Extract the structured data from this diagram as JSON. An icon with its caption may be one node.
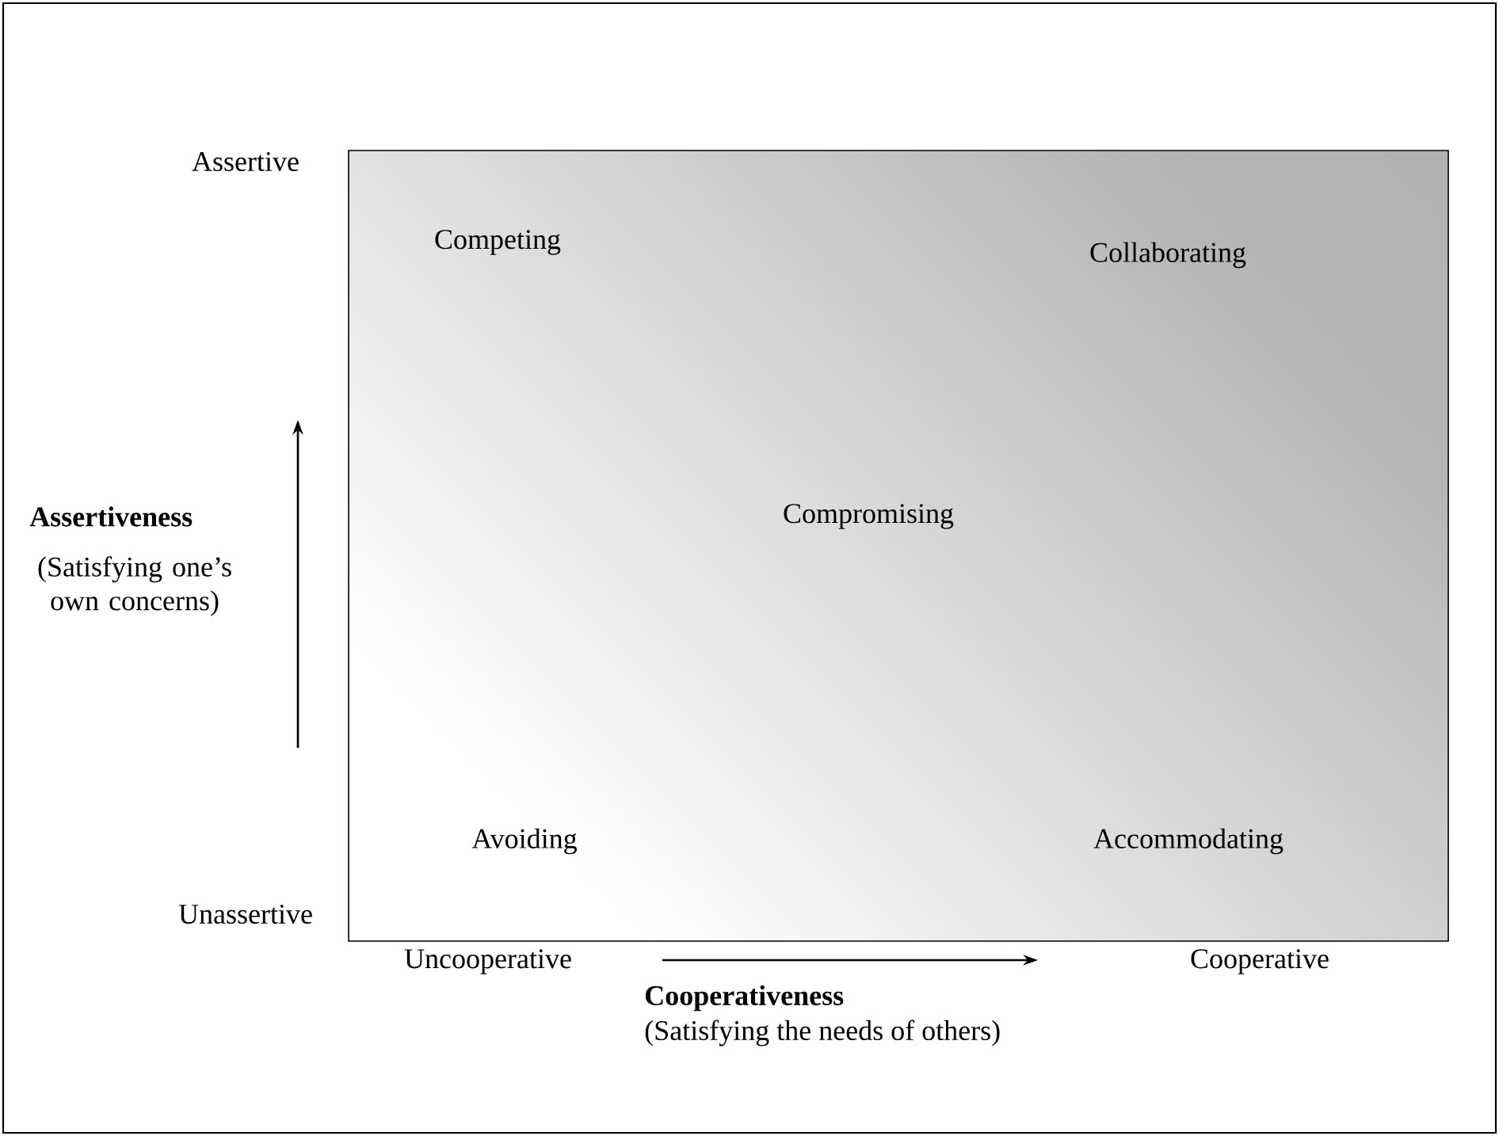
{
  "diagram": {
    "nodes": [
      {
        "text": [
          "Competing",
          "Collaborating",
          "Compromising",
          "Avoiding",
          "Accommodating"
        ]
      }
    ],
    "labels": [
      "Assertive",
      "Assertiveness",
      "(Satisfying one’s own concerns)",
      "Unassertive",
      "Uncooperative",
      "Cooperative",
      "Cooperativeness",
      "(Satisfying the needs of others)"
    ]
  }
}
